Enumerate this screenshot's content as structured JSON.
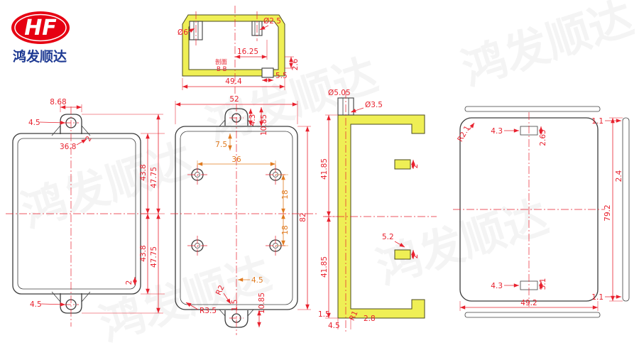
{
  "logo": {
    "brand": "HF",
    "company": "鸿发顺达"
  },
  "watermark": {
    "text": "鸿发顺达"
  },
  "dims": {
    "top": {
      "boss_dia": "Ø6",
      "hole_dia": "Ø2.5",
      "center_offset": "16.25",
      "wall": "2.6",
      "latch_width": "5.5",
      "width": "49.4",
      "section_cn": "剖面",
      "section_id": "B-B"
    },
    "front": {
      "tab_width": "8.68",
      "tab_hole_dia": "4.5",
      "shoulder_width": "36.8",
      "shoulder_wall": "2",
      "upper_body_half": "43.8",
      "upper_overall_half": "47.75",
      "lower_body_half": "43.8",
      "lower_overall_half": "47.75",
      "bottom_wall": "2",
      "bottom_hole_dia": "4.5"
    },
    "back": {
      "width": "52",
      "tab_radius": "4.3",
      "tab_length_top": "10.85",
      "boss_top_offset": "7.5",
      "boss_span_x": "36",
      "boss_span_y_upper": "18",
      "boss_span_y_lower": "18",
      "height": "82",
      "boss_bottom_offset": "4.5",
      "corner_radius_inner": "R2",
      "corner_radius_outer": "R3.5",
      "tab_wall": "1.5",
      "tab_length_bottom": "10.85"
    },
    "side": {
      "boss_dia": "Ø5.05",
      "hole_dia": "Ø3.5",
      "upper_half": "41.85",
      "rib_upper": "2",
      "rib_gap": "5.2",
      "rib_lower": "2",
      "lower_half": "41.85",
      "wall": "1.5",
      "base_width": "4.5",
      "lip": "2.8",
      "fillet": "R1"
    },
    "panel": {
      "corner_radius": "R2.1",
      "tab_offset_top": "4.3",
      "tab_thickness_top": "2.65",
      "edge_top": "1.1",
      "strip_width": "2.4",
      "height": "79.2",
      "tab_thickness_bottom": "3.1",
      "tab_offset_bottom": "4.3",
      "width": "49.2",
      "edge_bottom": "1.1"
    }
  }
}
